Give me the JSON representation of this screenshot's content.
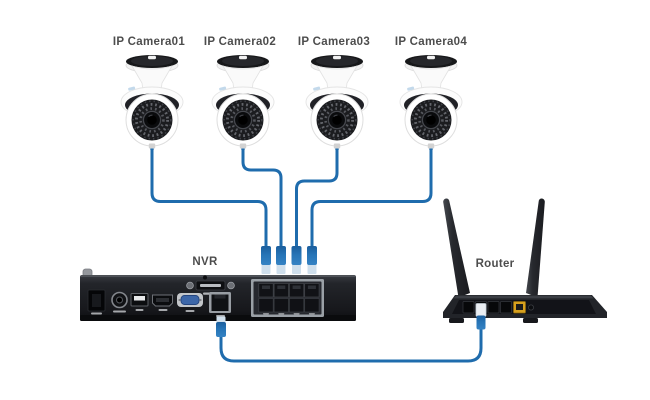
{
  "diagram": {
    "cameras": [
      {
        "label": "IP Camera01"
      },
      {
        "label": "IP Camera02"
      },
      {
        "label": "IP Camera03"
      },
      {
        "label": "IP Camera04"
      }
    ],
    "nvr": {
      "label": "NVR",
      "ports": [
        "power-port",
        "audio-out-port",
        "usb-port",
        "hdmi-port",
        "vga-port",
        "lan-port",
        "esata-port",
        "poe-port-block-8"
      ]
    },
    "router": {
      "label": "Router",
      "ports": [
        "lan-port-1",
        "lan-port-2",
        "lan-port-3",
        "lan-port-4",
        "wan-port-yellow",
        "power-button"
      ]
    },
    "connections": [
      {
        "from": "IP Camera01",
        "to": "NVR PoE port 1",
        "cable": "blue-ethernet"
      },
      {
        "from": "IP Camera02",
        "to": "NVR PoE port 2",
        "cable": "blue-ethernet"
      },
      {
        "from": "IP Camera03",
        "to": "NVR PoE port 3",
        "cable": "blue-ethernet"
      },
      {
        "from": "IP Camera04",
        "to": "NVR PoE port 4",
        "cable": "blue-ethernet"
      },
      {
        "from": "NVR LAN port",
        "to": "Router LAN port",
        "cable": "blue-ethernet"
      }
    ],
    "colors": {
      "background": "#ffffff",
      "cable_blue": "#1f6cad",
      "plug_blue": "#2674b6",
      "label_text": "#4d4d4d",
      "device_dark": "#1e2024",
      "wan_port_yellow": "#d8a11e",
      "vga_blue": "#3c66a8"
    }
  }
}
